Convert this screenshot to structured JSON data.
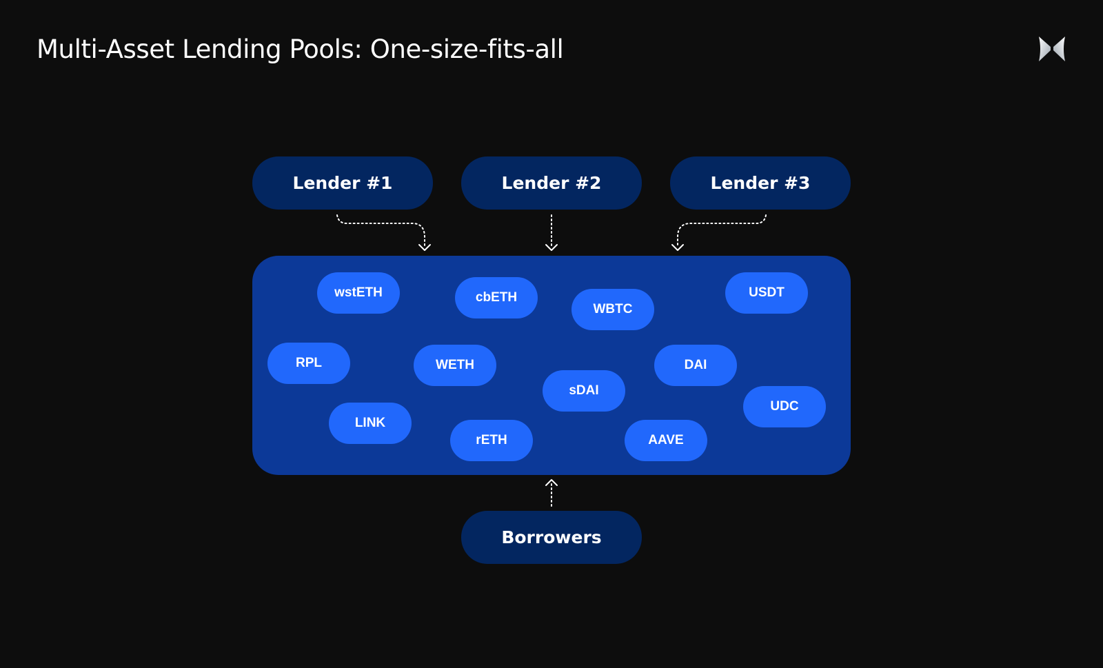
{
  "title": "Multi-Asset Lending Pools: One-size-fits-all",
  "logo": {
    "icon": "butterfly-logo-icon"
  },
  "diagram": {
    "lenders": [
      {
        "label": "Lender #1"
      },
      {
        "label": "Lender #2"
      },
      {
        "label": "Lender #3"
      }
    ],
    "pool_assets": [
      {
        "label": "wstETH"
      },
      {
        "label": "cbETH"
      },
      {
        "label": "WBTC"
      },
      {
        "label": "USDT"
      },
      {
        "label": "RPL"
      },
      {
        "label": "WETH"
      },
      {
        "label": "DAI"
      },
      {
        "label": "sDAI"
      },
      {
        "label": "UDC"
      },
      {
        "label": "LINK"
      },
      {
        "label": "rETH"
      },
      {
        "label": "AAVE"
      }
    ],
    "borrowers": {
      "label": "Borrowers"
    }
  },
  "colors": {
    "background": "#0d0d0d",
    "node_dark_blue": "#032660",
    "pool_blue": "#0c3998",
    "asset_blue": "#2168fc",
    "text": "#ffffff"
  }
}
